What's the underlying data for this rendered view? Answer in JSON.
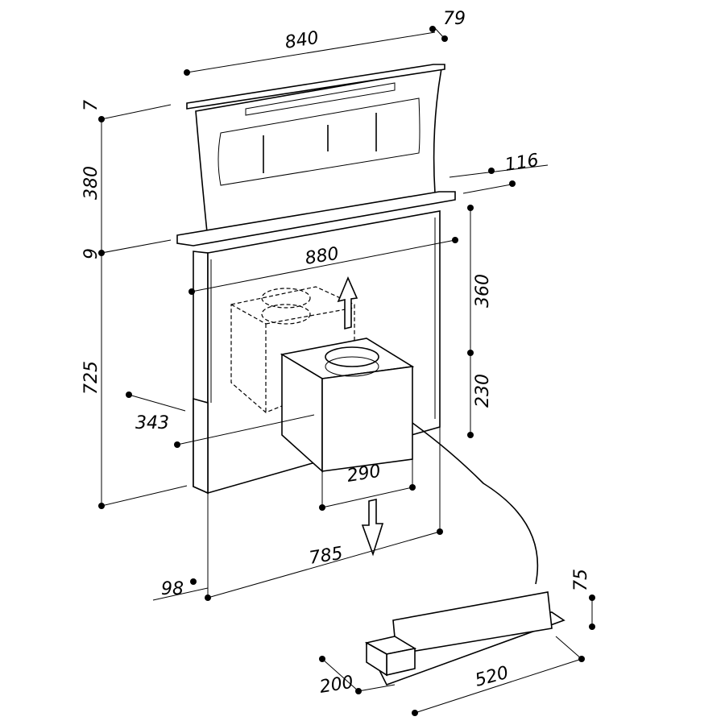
{
  "drawing": {
    "title": "Downdraft hood dimensional drawing",
    "dimensions": {
      "hood_width": "840",
      "hood_depth_top": "79",
      "top_trim_height": "7",
      "glass_panel_height": "380",
      "base_depth": "116",
      "base_trim_height": "9",
      "base_width": "880",
      "upper_body_height": "360",
      "lower_body_height": "725",
      "motor_height": "230",
      "motor_offset": "343",
      "motor_width": "290",
      "body_width": "785",
      "body_depth": "98",
      "remote_unit_height": "75",
      "remote_unit_depth": "200",
      "remote_unit_length": "520"
    }
  }
}
